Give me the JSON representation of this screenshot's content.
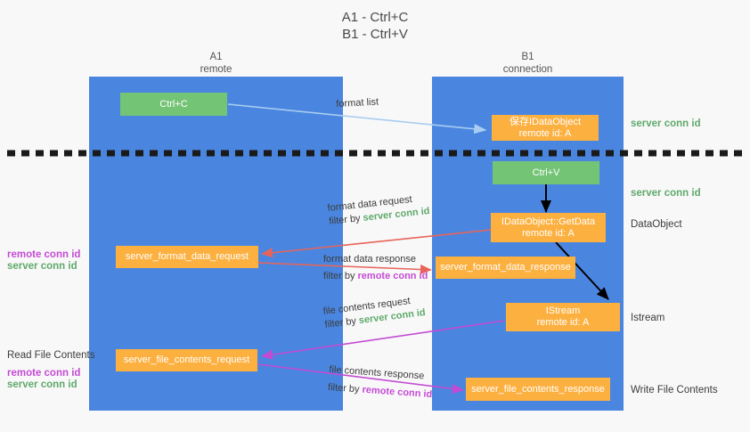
{
  "title": {
    "line1": "A1 - Ctrl+C",
    "line2": "B1 - Ctrl+V"
  },
  "colors": {
    "lane": "#4a86e0",
    "green_node": "#74c476",
    "orange_node": "#fcb040",
    "server_conn_id": "#5fa96b",
    "remote_conn_id": "#c44bd4",
    "format_list_arrow": "#a9cdf0",
    "format_data_arrow": "#e8645a",
    "file_contents_arrow": "#c44bd4",
    "black_arrow": "#000000",
    "divider": "#1a1a1a"
  },
  "lanes": [
    {
      "id": "a1",
      "title": "A1",
      "subtitle": "remote"
    },
    {
      "id": "b1",
      "title": "B1",
      "subtitle": "connection"
    }
  ],
  "nodes": {
    "ctrl_c": {
      "line1": "Ctrl+C",
      "line2": ""
    },
    "store_idataobject": {
      "line1": "保存IDataObject",
      "line2": "remote id: A"
    },
    "ctrl_v": {
      "line1": "Ctrl+V",
      "line2": ""
    },
    "getdata": {
      "line1": "IDataObject::GetData",
      "line2": "remote id: A"
    },
    "server_format_data_request": {
      "line1": "server_format_data_request",
      "line2": ""
    },
    "server_format_data_response": {
      "line1": "server_format_data_response",
      "line2": ""
    },
    "istream": {
      "line1": "IStream",
      "line2": "remote id: A"
    },
    "server_file_contents_request": {
      "line1": "server_file_contents_request",
      "line2": ""
    },
    "server_file_contents_response": {
      "line1": "server_file_contents_response",
      "line2": ""
    }
  },
  "right_labels": [
    {
      "id": "server-conn-id-top",
      "text": "server conn id",
      "kind": "server"
    },
    {
      "id": "server-conn-id-mid",
      "text": "server conn id",
      "kind": "server"
    },
    {
      "id": "dataobject",
      "text": "DataObject",
      "kind": "plain"
    },
    {
      "id": "istream",
      "text": "Istream",
      "kind": "plain"
    },
    {
      "id": "write-file-contents",
      "text": "Write File Contents",
      "kind": "plain"
    }
  ],
  "left_labels": {
    "format_group": {
      "remote": "remote conn id",
      "server": "server conn id"
    },
    "read_file_contents": {
      "heading": "Read File Contents",
      "remote": "remote conn id",
      "server": "server conn id"
    }
  },
  "edges": [
    {
      "id": "format-list",
      "caption": "format list",
      "filter_prefix": "",
      "filter_target": "",
      "filter_kind": ""
    },
    {
      "id": "format-data-request",
      "caption": "format data request",
      "filter_prefix": "filter by ",
      "filter_target": "server conn id",
      "filter_kind": "server"
    },
    {
      "id": "format-data-response",
      "caption": "format data response",
      "filter_prefix": "filter by ",
      "filter_target": "remote conn id",
      "filter_kind": "remote"
    },
    {
      "id": "file-contents-request",
      "caption": "file contents request",
      "filter_prefix": "filter by ",
      "filter_target": "server conn id",
      "filter_kind": "server"
    },
    {
      "id": "file-contents-response",
      "caption": "file contents response",
      "filter_prefix": "filter by ",
      "filter_target": "remote conn id",
      "filter_kind": "remote"
    }
  ]
}
